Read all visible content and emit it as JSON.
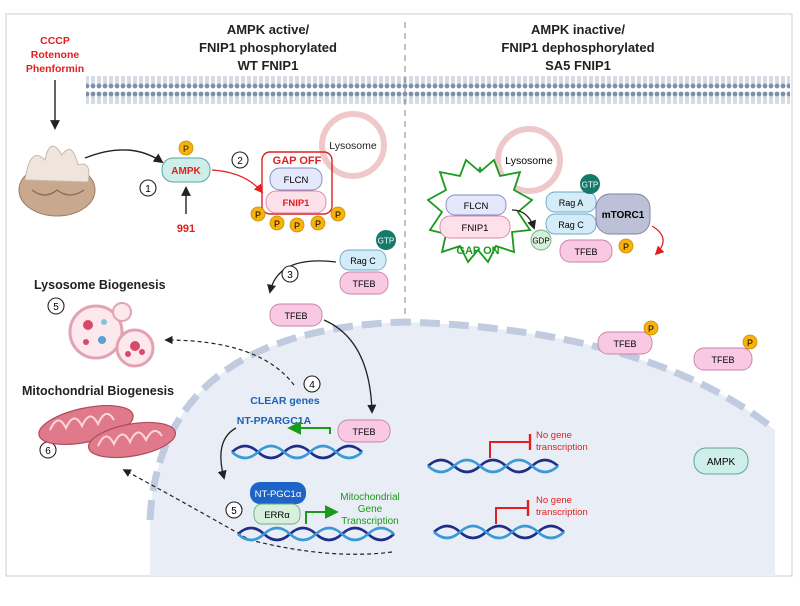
{
  "left_header": {
    "line1": "AMPK active/",
    "line2": "FNIP1 phosphorylated",
    "line3": "WT FNIP1"
  },
  "right_header": {
    "line1": "AMPK inactive/",
    "line2": "FNIP1 dephosphorylated",
    "line3": "SA5 FNIP1"
  },
  "drugs": [
    "CCCP",
    "Rotenone",
    "Phenformin"
  ],
  "labels": {
    "ampk": "AMPK",
    "p": "P",
    "inhibitor": "991",
    "gap_off": "GAP OFF",
    "gap_on": "GAP ON",
    "flcn": "FLCN",
    "fnip1": "FNIP1",
    "lysosome": "Lysosome",
    "gtp": "GTP",
    "gdp": "GDP",
    "rag_a": "Rag A",
    "rag_c": "Rag C",
    "mtorc1": "mTORC1",
    "tfeb": "TFEB",
    "lysosome_biogenesis": "Lysosome Biogenesis",
    "mitochondrial_biogenesis": "Mitochondrial Biogenesis",
    "clear_genes": "CLEAR  genes",
    "nt_ppargc1a": "NT-PPARGC1A",
    "nt_pgc1a": "NT-PGC1α",
    "erra": "ERRα",
    "mito_transcription_1": "Mitochondrial",
    "mito_transcription_2": "Gene",
    "mito_transcription_3": "Transcription",
    "no_gene_1": "No gene",
    "no_gene_2": "transcription"
  },
  "steps": [
    "1",
    "2",
    "3",
    "4",
    "5",
    "5",
    "6"
  ],
  "colors": {
    "red": "#e02020",
    "green": "#1a9a1a",
    "ampk": "#cdeee9",
    "tfeb": "#f9c9e4",
    "fnip1": "#fde0ea",
    "flcn": "#e4e8fa",
    "rag": "#d3ecf8",
    "mtorc1": "#bdc1d8",
    "phospho": "#f6b30d",
    "gtp": "#167a6a",
    "nucleus": "#e9edf5",
    "blue_text": "#1b62b8",
    "nt_pgc1a": "#1e63c8",
    "erra_box": "#d7f0dd"
  }
}
